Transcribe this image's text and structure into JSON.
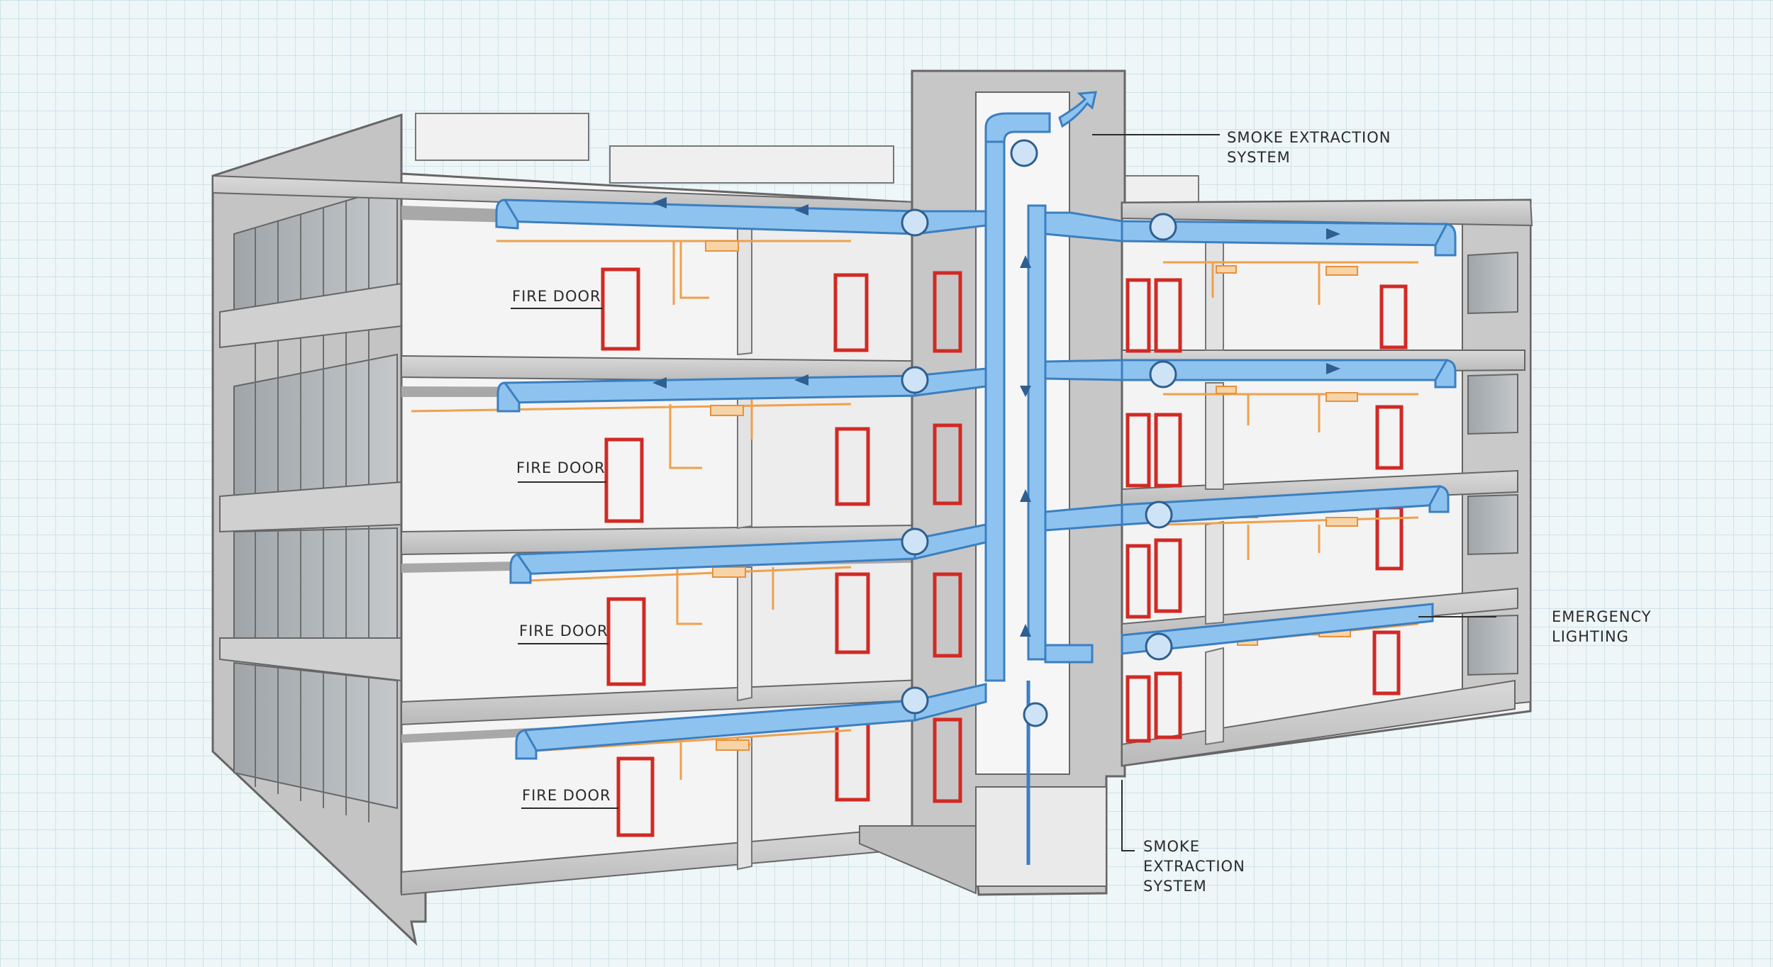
{
  "labels": {
    "smoke_extraction_top": "SMOKE EXTRACTION\nSYSTEM",
    "smoke_extraction_bottom": "SMOKE\nEXTRACTION\nSYSTEM",
    "emergency_lighting": "EMERGENCY\nLIGHTING",
    "fire_doors": [
      "FIRE DOOR",
      "FIRE DOOR",
      "FIRE DOOR",
      "FIRE DOOR"
    ]
  },
  "colors": {
    "duct": "#8fc3ef",
    "duct_stroke": "#3b7fc0",
    "door": "#d12a24",
    "wiring": "#f0a04b",
    "structure": "#c9c9c9",
    "room_wall": "#f4f4f4",
    "ink": "#2b2b2b"
  }
}
